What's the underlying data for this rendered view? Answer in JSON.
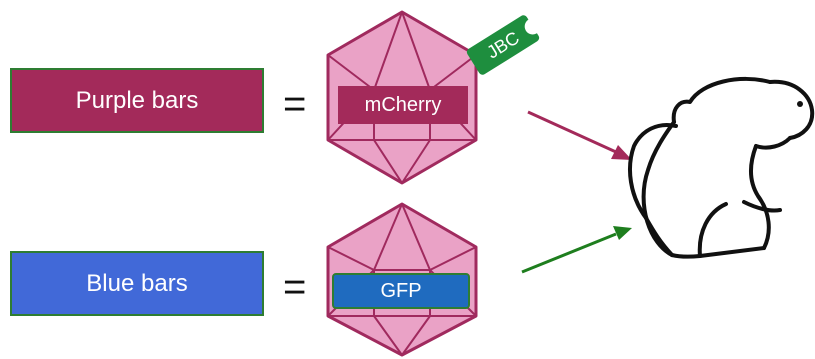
{
  "rows": [
    {
      "label": "Purple bars",
      "equals": "=",
      "box_color": "#a32a5a",
      "box_border": "#2e7d32",
      "capsid_tag": "mCherry",
      "tag_color": "#a32a5a",
      "arrow_color": "#a32a5a"
    },
    {
      "label": "Blue bars",
      "equals": "=",
      "box_color": "#4169d8",
      "box_border": "#2e7d32",
      "capsid_tag": "GFP",
      "tag_color": "#1f6bbf",
      "arrow_color": "#1e7e1e"
    }
  ],
  "barcode_tag": {
    "text": "JBC",
    "color": "#1e8e3e"
  },
  "capsid_colors": {
    "fill": "#eaa2c6",
    "stroke": "#a02a5e"
  },
  "animal_icon": "monkey-icon"
}
